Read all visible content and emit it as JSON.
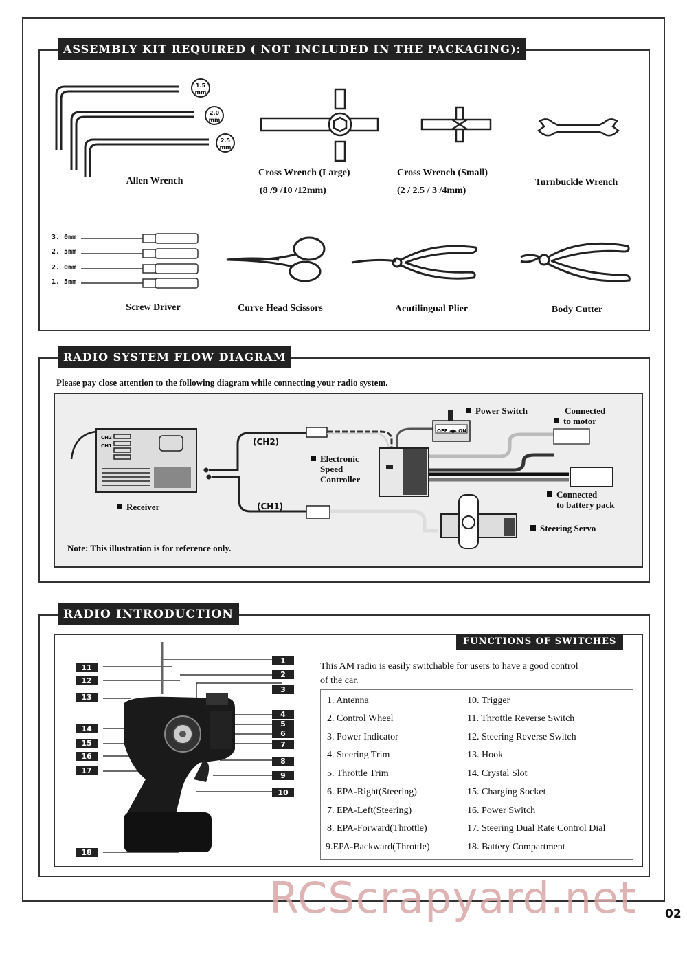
{
  "assembly": {
    "title": "ASSEMBLY  KIT REQUIRED ( NOT INCLUDED IN THE PACKAGING):",
    "allen_sizes": [
      "1.5",
      "2.0",
      "2.5"
    ],
    "allen_unit": "mm",
    "allen_label": "Allen Wrench",
    "cross_large_label": "Cross Wrench (Large)",
    "cross_large_sizes": "(8 /9 /10 /12mm)",
    "cross_small_label": "Cross Wrench (Small)",
    "cross_small_sizes": "(2 / 2.5 / 3 /4mm)",
    "turnbuckle_label": "Turnbuckle Wrench",
    "screwdriver_sizes": [
      "3. 0mm",
      "2. 5mm",
      "2. 0mm",
      "1. 5mm"
    ],
    "screwdriver_label": "Screw Driver",
    "scissors_label": "Curve Head Scissors",
    "plier_label": "Acutilingual Plier",
    "body_cutter_label": "Body Cutter"
  },
  "flow": {
    "title": "RADIO SYSTEM FLOW DIAGRAM",
    "intro": "Please pay close attention to the following diagram while connecting your radio system.",
    "ch1_mark": "CH1",
    "ch2_mark": "CH2",
    "ch2": "(CH2)",
    "ch1": "(CH1)",
    "receiver": "Receiver",
    "esc": [
      "Electronic",
      "Speed",
      "Controller"
    ],
    "power_switch": "Power Switch",
    "switch_text": "OFF ◀▶ ON",
    "motor": [
      "Connected",
      "to motor"
    ],
    "battery": [
      "Connected",
      "to battery pack"
    ],
    "servo": "Steering Servo",
    "note": "Note: This illustration is for reference only."
  },
  "radio": {
    "title": "RADIO INTRODUCTION",
    "functions_title": "FUNCTIONS OF SWITCHES",
    "intro_line1": "This AM radio is easily switchable for users to have a good control",
    "intro_line2": "of the car.",
    "functions_left": [
      "1. Antenna",
      "2. Control Wheel",
      "3. Power Indicator",
      "4. Steering Trim",
      "5. Throttle Trim",
      "6. EPA-Right(Steering)",
      "7. EPA-Left(Steering)",
      "8. EPA-Forward(Throttle)",
      "9.EPA-Backward(Throttle)"
    ],
    "functions_right": [
      "10. Trigger",
      "11. Throttle Reverse Switch",
      "12. Steering Reverse Switch",
      "13. Hook",
      "14. Crystal Slot",
      "15. Charging Socket",
      "16. Power Switch",
      "17. Steering Dual Rate Control Dial",
      "18. Battery Compartment"
    ],
    "callouts_right": [
      "1",
      "2",
      "3",
      "4",
      "5",
      "6",
      "7",
      "8",
      "9",
      "10"
    ],
    "callouts_left": [
      "11",
      "12",
      "13",
      "14",
      "15",
      "16",
      "17",
      "18"
    ]
  },
  "watermark": "RCScrapyard.net",
  "page_number": "02"
}
